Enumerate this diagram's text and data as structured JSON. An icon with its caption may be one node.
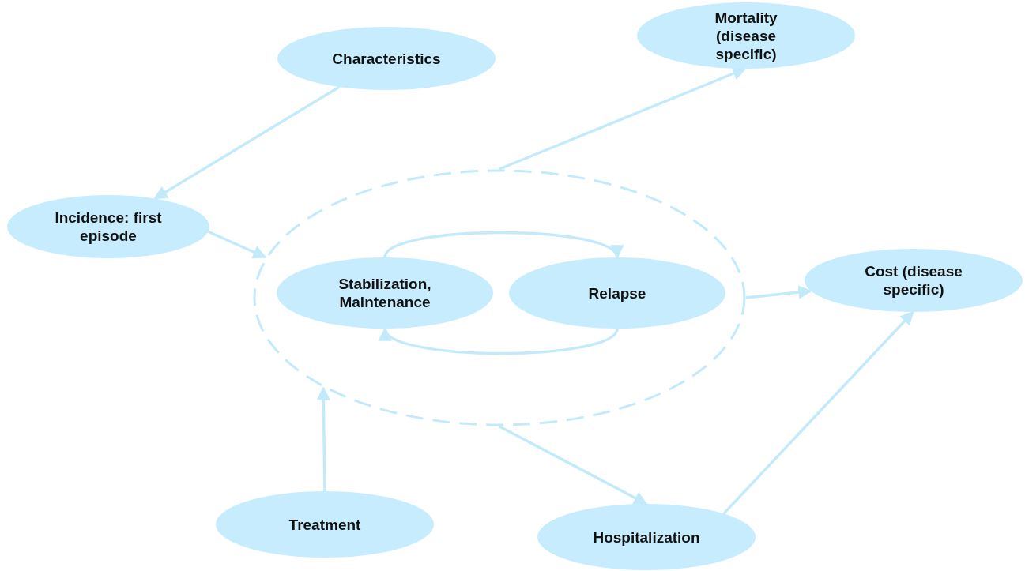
{
  "diagram": {
    "nodes": [
      {
        "text": [
          "Characteristics"
        ]
      },
      {
        "text": [
          "Mortality (disease specific)"
        ]
      },
      {
        "text": [
          "Incidence: first episode"
        ]
      },
      {
        "text": [],
        "shape": "circle"
      },
      {
        "text": [
          "Stabilization, Maintenance"
        ],
        "in": 3
      },
      {
        "text": [
          "Relapse"
        ],
        "in": 3
      },
      {
        "text": [
          "Cost (disease specific)"
        ]
      },
      {
        "text": [
          "Treatment"
        ]
      },
      {
        "text": [
          "Hospitalization"
        ]
      }
    ],
    "edges": [
      {
        "from": 0,
        "to": 2,
        "arrow": "to"
      },
      {
        "from": 3,
        "to": 1,
        "arrow": "to"
      },
      {
        "from": 2,
        "to": 3,
        "arrow": "to"
      },
      {
        "from": 4,
        "to": 5,
        "arrow": "to"
      },
      {
        "from": 5,
        "to": 4,
        "arrow": "to"
      },
      {
        "from": 3,
        "to": 6,
        "arrow": "to"
      },
      {
        "from": 7,
        "to": 3,
        "arrow": "to"
      },
      {
        "from": 3,
        "to": 8,
        "arrow": "to"
      },
      {
        "from": 8,
        "to": 6,
        "arrow": "to"
      }
    ]
  }
}
